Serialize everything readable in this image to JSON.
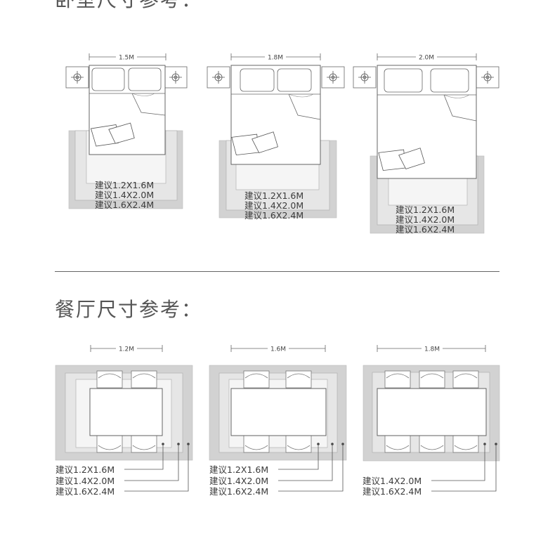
{
  "bedroom": {
    "title": "卧室尺寸参考：",
    "beds": [
      {
        "width_label": "1.5M",
        "suggestions": [
          "建议1.2X1.6M",
          "建议1.4X2.0M",
          "建议1.6X2.4M"
        ]
      },
      {
        "width_label": "1.8M",
        "suggestions": [
          "建议1.2X1.6M",
          "建议1.4X2.0M",
          "建议1.6X2.4M"
        ]
      },
      {
        "width_label": "2.0M",
        "suggestions": [
          "建议1.2X1.6M",
          "建议1.4X2.0M",
          "建议1.6X2.4M"
        ]
      }
    ]
  },
  "dining": {
    "title": "餐厅尺寸参考：",
    "tables": [
      {
        "width_label": "1.2M",
        "suggestions": [
          "建议1.2X1.6M",
          "建议1.4X2.0M",
          "建议1.6X2.4M"
        ]
      },
      {
        "width_label": "1.6M",
        "suggestions": [
          "建议1.2X1.6M",
          "建议1.4X2.0M",
          "建议1.6X2.4M"
        ]
      },
      {
        "width_label": "1.8M",
        "suggestions": [
          "建议1.4X2.0M",
          "建议1.6X2.4M"
        ]
      }
    ]
  },
  "colors": {
    "rug_outer": "#cfcfcf",
    "rug_mid": "#e3e3e3",
    "rug_inner": "#f2f2f2",
    "line": "#555555"
  }
}
